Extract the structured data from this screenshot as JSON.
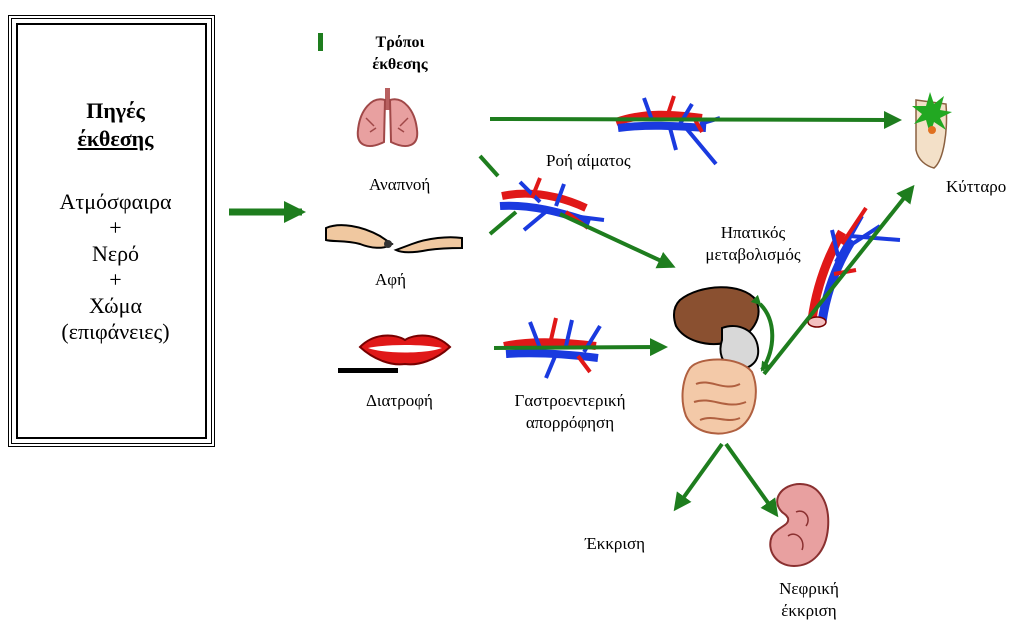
{
  "sources": {
    "title_line1": "Πηγές",
    "title_line2": "έκθεσης",
    "items": [
      "Ατμόσφαιρα",
      "+",
      "Νερό",
      "+",
      "Χώμα",
      "(επιφάνειες)"
    ]
  },
  "routes": {
    "title_line1": "Τρόποι",
    "title_line2": "έκθεσης",
    "inhalation": "Αναπνοή",
    "touch": "Αφή",
    "diet": "Διατροφή"
  },
  "processes": {
    "blood_flow": "Ροή αίματος",
    "gi_line1": "Γαστροεντερική",
    "gi_line2": "απορρόφηση",
    "hepatic_line1": "Ηπατικός",
    "hepatic_line2": "μεταβολισμός"
  },
  "targets": {
    "cell": "Κύτταρο",
    "excretion": "Έκκριση",
    "renal_line1": "Νεφρική",
    "renal_line2": "έκκριση"
  },
  "colors": {
    "arrow": "#1e7d1e",
    "vessel_red": "#e01818",
    "vessel_blue": "#1a3adf",
    "organ_pink": "#e8a0a0",
    "liver": "#8a5030",
    "cell_green": "#22a822"
  }
}
